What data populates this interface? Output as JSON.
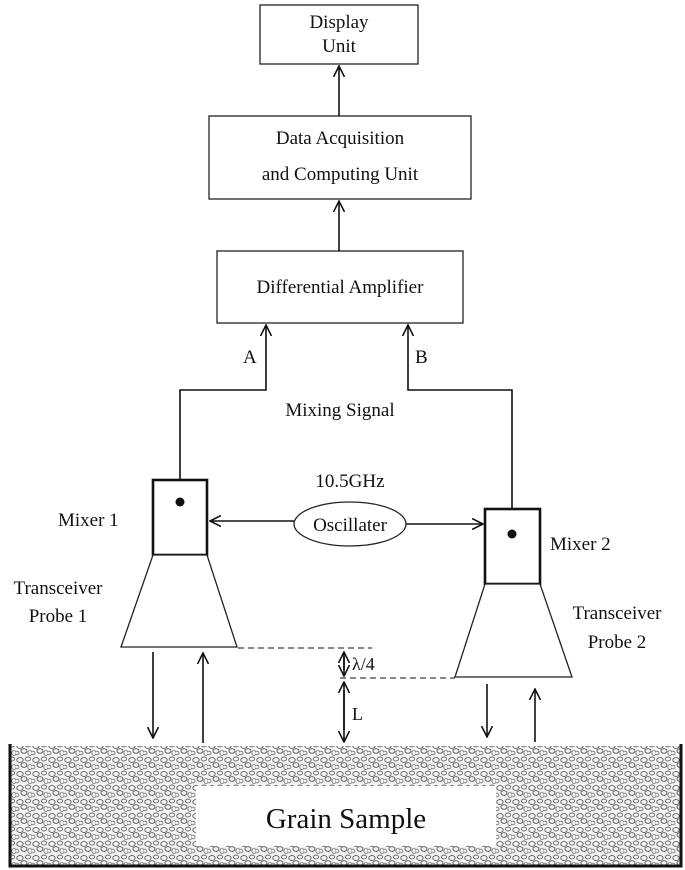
{
  "blocks": {
    "display_line1": "Display",
    "display_line2": "Unit",
    "daq_line1": "Data Acquisition",
    "daq_line2": "and Computing Unit",
    "diff_amp": "Differential Amplifier"
  },
  "signals": {
    "a": "A",
    "b": "B",
    "mixing": "Mixing Signal"
  },
  "oscillator": {
    "freq": "10.5GHz",
    "label": "Oscillater"
  },
  "mixers": {
    "mixer1": "Mixer 1",
    "mixer2": "Mixer 2"
  },
  "probes": {
    "probe1_line1": "Transceiver",
    "probe1_line2": "Probe 1",
    "probe2_line1": "Transceiver",
    "probe2_line2": "Probe 2"
  },
  "distances": {
    "quarter_wave": "λ/4",
    "l": "L"
  },
  "sample": {
    "label": "Grain Sample"
  }
}
